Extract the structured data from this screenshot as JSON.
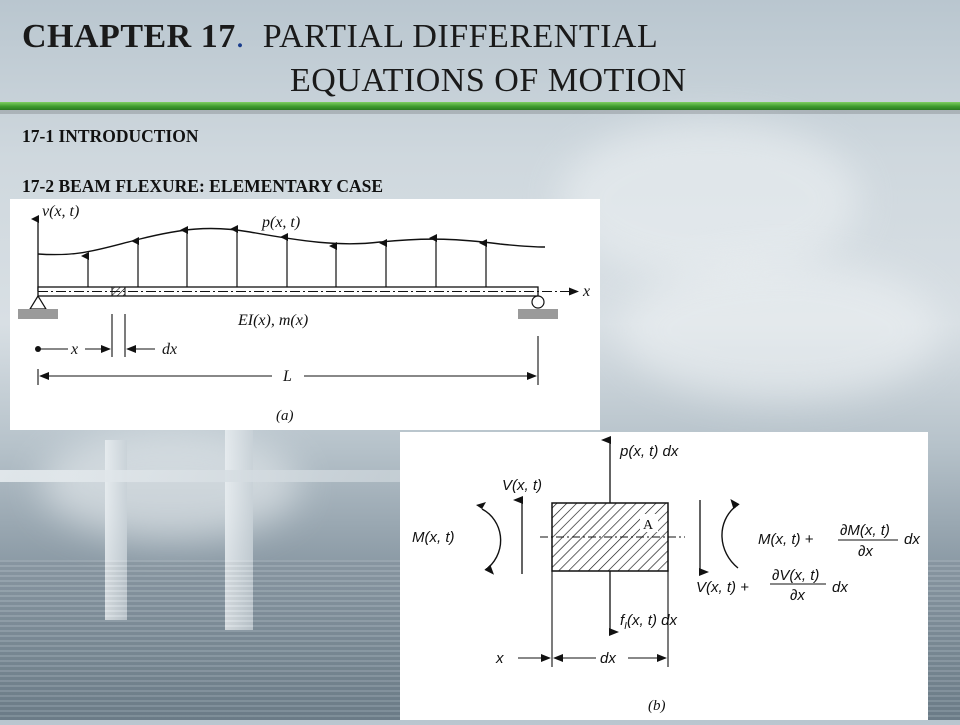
{
  "title": {
    "chapter": "CHAPTER 17",
    "dot": ".",
    "line1_rest": "PARTIAL DIFFERENTIAL",
    "line2": "EQUATIONS OF MOTION"
  },
  "sections": [
    "17-1 INTRODUCTION",
    "17-2 BEAM FLEXURE: ELEMENTARY CASE"
  ],
  "figure_a": {
    "v_label": "v(x, t)",
    "p_label": "p(x, t)",
    "x_axis": "x",
    "beam_label": "EI(x), m(x)",
    "x_dim": "x",
    "dx_dim": "dx",
    "L_dim": "L",
    "caption": "(a)"
  },
  "figure_b": {
    "p_label": "p(x, t) dx",
    "V_left": "V(x, t)",
    "M_left": "M(x, t)",
    "point_A": "A",
    "M_right_a": "M(x, t) +",
    "M_right_num": "∂M(x, t)",
    "M_right_den": "∂x",
    "M_right_dx": "dx",
    "V_right_a": "V(x, t) +",
    "V_right_num": "∂V(x, t)",
    "V_right_den": "∂x",
    "V_right_dx": "dx",
    "fI_label": "f",
    "fI_sub": "I",
    "fI_rest": "(x, t) dx",
    "x_dim": "x",
    "dx_dim": "dx",
    "caption": "(b)"
  }
}
